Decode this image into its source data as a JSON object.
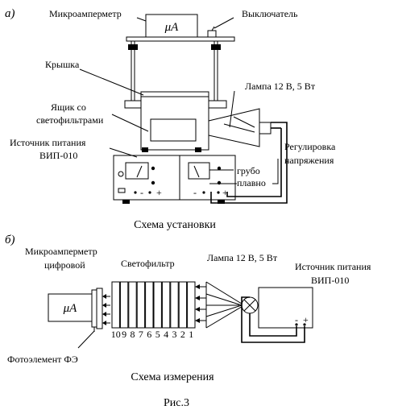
{
  "panel_a": {
    "letter": "а)",
    "microammeter": "Микроамперметр",
    "meter_unit": "μA",
    "switch": "Выключатель",
    "lid": "Крышка",
    "box_line1": "Ящик со",
    "box_line2": "светофильтрами",
    "lamp": "Лампа 12 В, 5 Вт",
    "psu_line1": "Источник питания",
    "psu_line2": "ВИП-010",
    "reg_line1": "Регулировка",
    "reg_line2": "напряжения",
    "coarse": "грубо",
    "fine": "плавно",
    "minus": "-",
    "plus": "+",
    "caption": "Схема установки"
  },
  "panel_b": {
    "letter": "б)",
    "micro_line1": "Микроамперметр",
    "micro_line2": "цифровой",
    "meter_unit": "μA",
    "filter": "Светофильтр",
    "lamp": "Лампа 12 В, 5 Вт",
    "psu_line1": "Источник питания",
    "psu_line2": "ВИП-010",
    "photo": "Фотоэлемент ФЭ",
    "filter_numbers": [
      "10",
      "9",
      "8",
      "7",
      "6",
      "5",
      "4",
      "3",
      "2",
      "1"
    ],
    "minus": "-",
    "plus": "+",
    "caption": "Схема измерения"
  },
  "figure_caption": "Рис.3"
}
